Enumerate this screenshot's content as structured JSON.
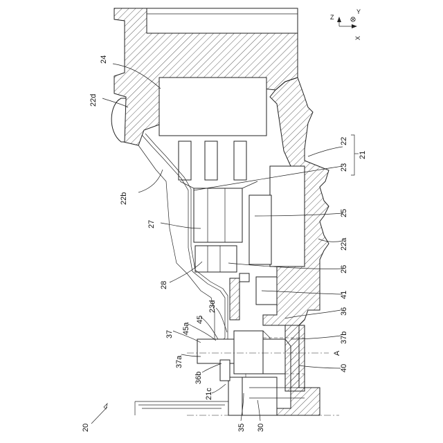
{
  "figure": {
    "axis_labels": {
      "z": "Z",
      "y": "Y",
      "x": "X"
    },
    "ref_labels": {
      "n24": "24",
      "n22d": "22d",
      "n22": "22",
      "n21": "21",
      "n23": "23",
      "n22b": "22b",
      "n25": "25",
      "n27": "27",
      "n22a": "22a",
      "n26": "26",
      "n28": "28",
      "n41": "41",
      "n23d": "23d",
      "n36": "36",
      "n45": "45",
      "n45a": "45a",
      "n37": "37",
      "n37b": "37b",
      "nA": "A",
      "n37a": "37a",
      "n40": "40",
      "n36b": "36b",
      "n21c": "21c",
      "n20": "20",
      "n35": "35",
      "n30": "30"
    }
  }
}
